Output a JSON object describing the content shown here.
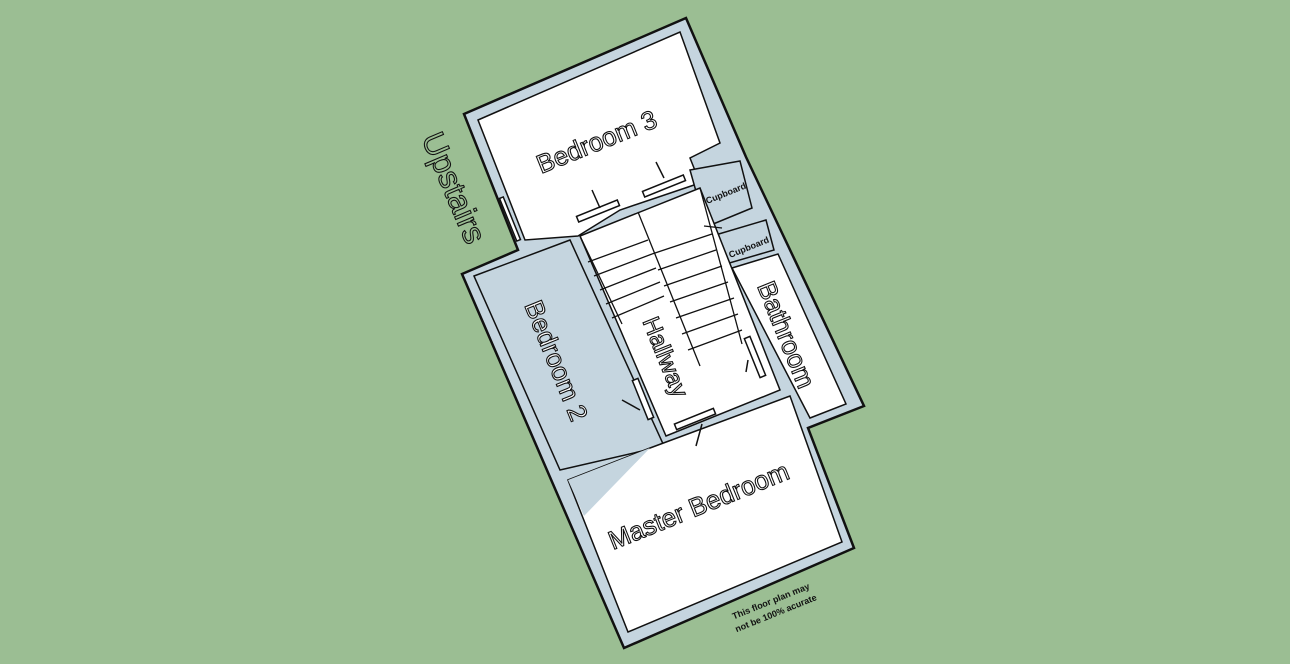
{
  "floor_plan": {
    "upstairs_label": "Upstairs",
    "rooms": {
      "bedroom3": "Bedroom 3",
      "bedroom2": "Bedroom 2",
      "hallway": "Hallway",
      "bathroom": "Bathroom",
      "master_bedroom": "Master Bedroom",
      "cupboard_top": "Cupboard",
      "cupboard_bottom": "Cupboard"
    },
    "disclaimer_line1": "This floor plan may",
    "disclaimer_line2": "not be 100% acurate"
  },
  "colors": {
    "background": "#9bbe93",
    "wall": "#c5d5df",
    "room_white": "#ffffff",
    "room_blue": "#c5d5df",
    "outline": "#111111"
  }
}
